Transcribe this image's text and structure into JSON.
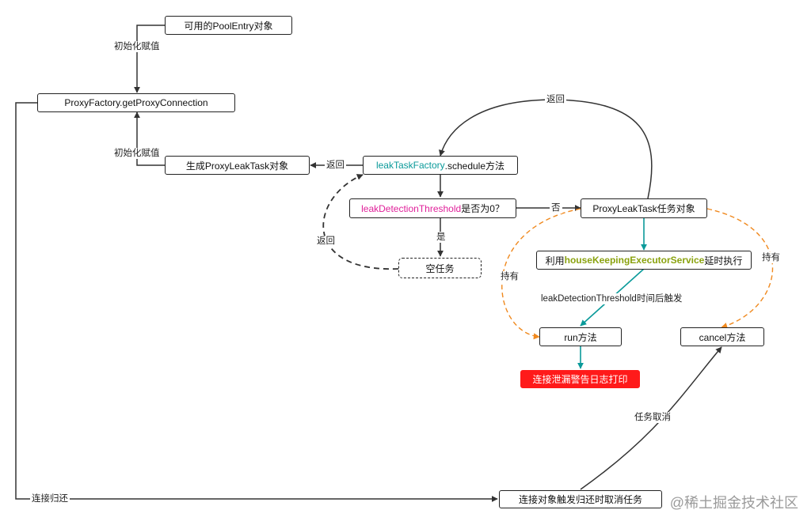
{
  "nodes": {
    "pool_entry": "可用的PoolEntry对象",
    "get_proxy_connection": "ProxyFactory.getProxyConnection",
    "gen_leak_task": "生成ProxyLeakTask对象",
    "schedule": {
      "highlight": "leakTaskFactory",
      "rest": ".schedule方法"
    },
    "threshold": {
      "highlight": "leakDetectionThreshold",
      "rest": "是否为0？"
    },
    "empty_task": "空任务",
    "leak_task_obj": "ProxyLeakTask任务对象",
    "executor": {
      "prefix": "利用",
      "highlight": "houseKeepingExecutorService",
      "suffix": "延时执行"
    },
    "run": "run方法",
    "cancel": "cancel方法",
    "leak_log": "连接泄漏警告日志打印",
    "close_cancel": "连接对象触发归还时取消任务"
  },
  "edge_labels": {
    "init_assign_top": "初始化赋值",
    "init_assign_bottom": "初始化赋值",
    "return_left": "返回",
    "return_top": "返回",
    "return_dashed": "返回",
    "no": "否",
    "yes": "是",
    "hold_left": "持有",
    "hold_right": "持有",
    "after_threshold": "leakDetectionThreshold时间后触发",
    "cancel_task": "任务取消",
    "connection_return": "连接归还"
  },
  "watermark": "@稀土掘金技术社区",
  "colors": {
    "line": "#333333",
    "teal": "#0a9a9a",
    "pink": "#e0209a",
    "olive": "#8aa20e",
    "orange": "#f0891e",
    "alert": "#ff1a1a"
  }
}
